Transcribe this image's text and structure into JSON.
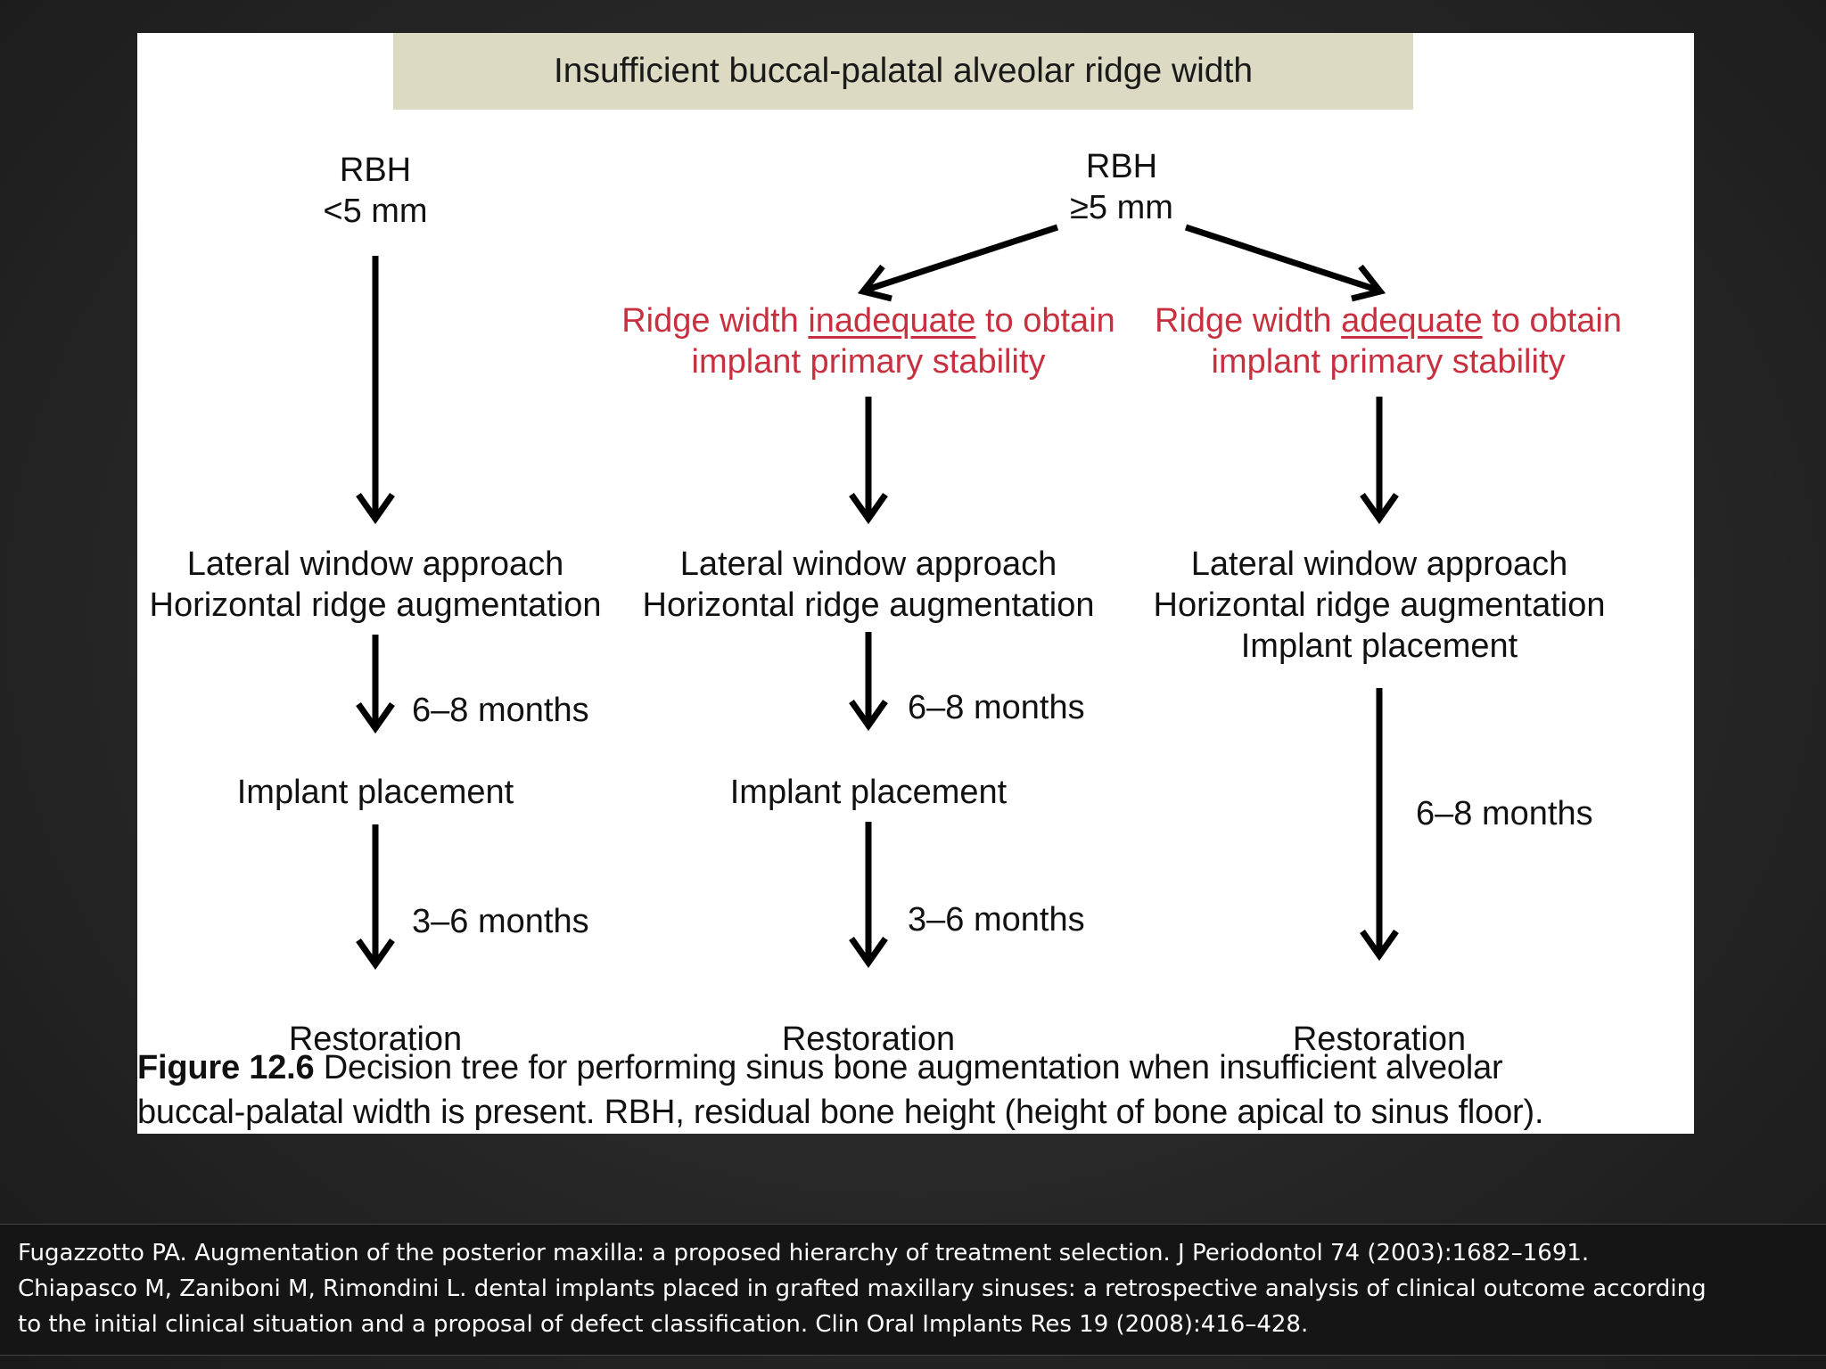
{
  "header": {
    "title": "Insufficient buccal-palatal alveolar ridge width"
  },
  "tree": {
    "rbh_low": {
      "line1": "RBH",
      "line2": "<5 mm"
    },
    "rbh_high": {
      "line1": "RBH",
      "line2": "≥5 mm"
    },
    "inadequate": {
      "pre": "Ridge width ",
      "key": "inadequate",
      "post": " to obtain",
      "line2": "implant primary stability"
    },
    "adequate": {
      "pre": "Ridge width ",
      "key": "adequate",
      "post": " to obtain",
      "line2": "implant primary stability"
    },
    "col1": {
      "step1_line1": "Lateral window approach",
      "step1_line2": "Horizontal ridge augmentation",
      "interval1": "6–8 months",
      "step2": "Implant placement",
      "interval2": "3–6 months",
      "step3": "Restoration"
    },
    "col2": {
      "step1_line1": "Lateral window approach",
      "step1_line2": "Horizontal ridge augmentation",
      "interval1": "6–8 months",
      "step2": "Implant placement",
      "interval2": "3–6 months",
      "step3": "Restoration"
    },
    "col3": {
      "step1_line1": "Lateral window approach",
      "step1_line2": "Horizontal ridge augmentation",
      "step1_line3": "Implant placement",
      "interval1": "6–8 months",
      "step2": "Restoration"
    }
  },
  "caption": {
    "label": "Figure 12.6",
    "line1": " Decision tree for performing sinus bone augmentation when insufficient alveolar",
    "line2": "buccal-palatal width is present. RBH, residual bone height (height of bone apical to sinus floor)."
  },
  "references": {
    "ref1": " Fugazzotto PA. Augmentation of the posterior maxilla: a proposed hierarchy of treatment selection. J Periodontol 74 (2003):1682–1691.",
    "ref2_line1": "Chiapasco M, Zaniboni M, Rimondini L. dental implants placed in grafted maxillary sinuses: a retrospective analysis of clinical outcome according",
    "ref2_line2": "to the initial clinical situation and a proposal of defect classification. Clin Oral Implants Res 19 (2008):416–428."
  },
  "colors": {
    "header_bg": "#dcdac2",
    "highlight_text": "#c8303f",
    "arrow": "#000000"
  }
}
